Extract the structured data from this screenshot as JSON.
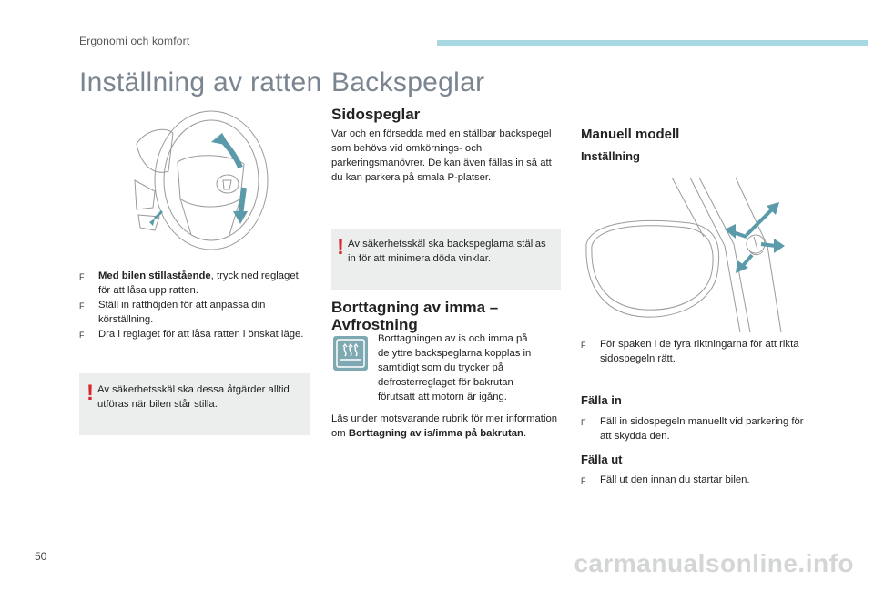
{
  "header": {
    "section": "Ergonomi och komfort"
  },
  "page_number": "50",
  "left": {
    "title": "Inställning av ratten",
    "bullets": [
      {
        "bold": "Med bilen stillastående",
        "text": ", tryck ned reglaget för att låsa upp ratten."
      },
      {
        "bold": "",
        "text": "Ställ in ratthöjden för att anpassa din körställning."
      },
      {
        "bold": "",
        "text": "Dra i reglaget för att låsa ratten i önskat läge."
      }
    ],
    "warning": "Av säkerhetsskäl ska dessa åtgärder alltid utföras när bilen står stilla."
  },
  "middle": {
    "title": "Backspeglar",
    "subtitle": "Sidospeglar",
    "intro": "Var och en försedda med en ställbar backspegel som behövs vid omkörnings- och parkeringsmanövrer. De kan även fällas in så att du kan parkera på smala P-platser.",
    "warning": "Av säkerhetsskäl ska backspeglarna ställas in för att minimera döda vinklar.",
    "defrost_title_1": "Borttagning av imma –",
    "defrost_title_2": "Avfrostning",
    "defrost_text": "Borttagningen av is och imma på de yttre backspeglarna kopplas in samtidigt som du trycker på defrosterreglaget för bakrutan förutsatt att motorn är igång.",
    "more_prefix": "Läs under motsvarande rubrik för mer information om ",
    "more_bold": "Borttagning av is/imma på bakrutan",
    "more_suffix": "."
  },
  "right": {
    "title": "Manuell modell",
    "adjust_title": "Inställning",
    "adjust_bullet": "För spaken i de fyra riktningarna för att rikta sidospegeln rätt.",
    "fold_in_title": "Fälla in",
    "fold_in_bullet": "Fäll in sidospegeln manuellt vid parkering för att skydda den.",
    "fold_out_title": "Fälla ut",
    "fold_out_bullet": "Fäll ut den innan du startar bilen."
  },
  "bullet_mark": "F",
  "warning_mark": "!",
  "watermark": "carmanualsonline.info",
  "colors": {
    "accent_bar": "#a8d8e1",
    "heading_grey": "#7a8590",
    "warning_red": "#d6262f",
    "warn_box_bg": "#eceeee",
    "arrow_blue": "#5b9aaa",
    "icon_bg": "#7ea8b2"
  }
}
